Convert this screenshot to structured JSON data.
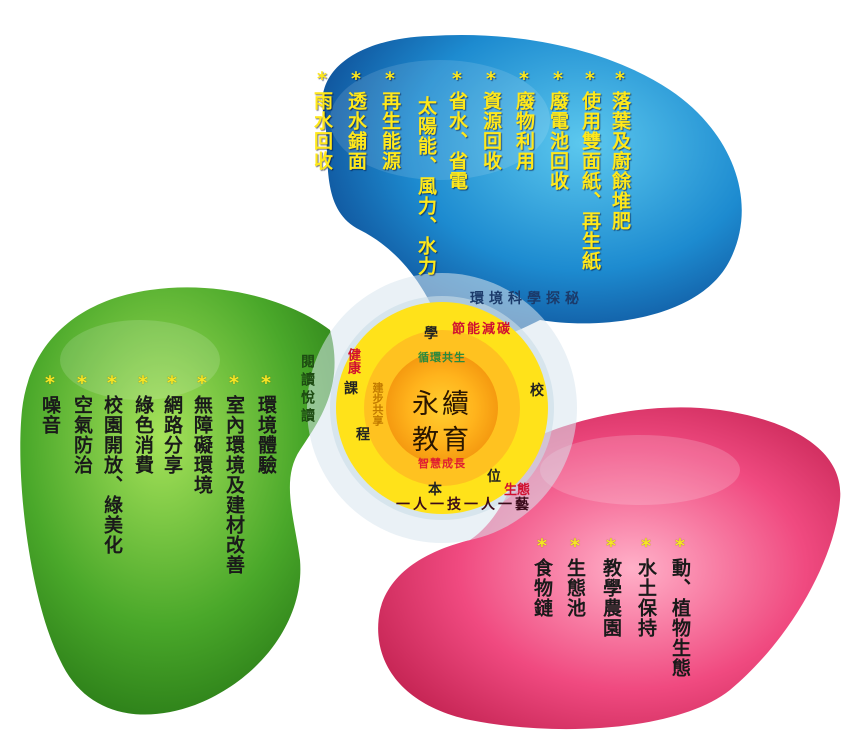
{
  "center": {
    "line1": "永續",
    "line2": "教育"
  },
  "inner_ring": [
    "循環共生",
    "建步共享",
    "智慧成長"
  ],
  "middle_ring": {
    "school": "學",
    "school2": "校",
    "course": "課",
    "course2": "程",
    "standard": "本",
    "standard2": "位",
    "red_items": [
      "節能減碳",
      "健康",
      "生態"
    ]
  },
  "outer_ring": [
    "環境科學探秘",
    "閱讀悅讀",
    "一人一技一人一藝"
  ],
  "blue_petal": {
    "color": "#1b7cc6",
    "items": [
      "*落葉及廚餘堆肥",
      "*使用雙面紙、再生紙",
      "*廢電池回收",
      "*廢物利用",
      "*資源回收",
      "*省水、省電",
      "太陽能、風力、水力",
      "*再生能源",
      "*透水鋪面",
      "*雨水回收"
    ]
  },
  "green_petal": {
    "color": "#3aa028",
    "items": [
      "*環境體驗",
      "*室內環境及建材改善",
      "*無障礙環境",
      "*網路分享",
      "*綠色消費",
      "*校園開放、綠美化",
      "*空氣防治",
      "*噪音"
    ]
  },
  "pink_petal": {
    "color": "#e8326f",
    "items": [
      "*動、植物生態",
      "*水土保持",
      "*教學農園",
      "*生態池",
      "*食物鏈"
    ]
  }
}
